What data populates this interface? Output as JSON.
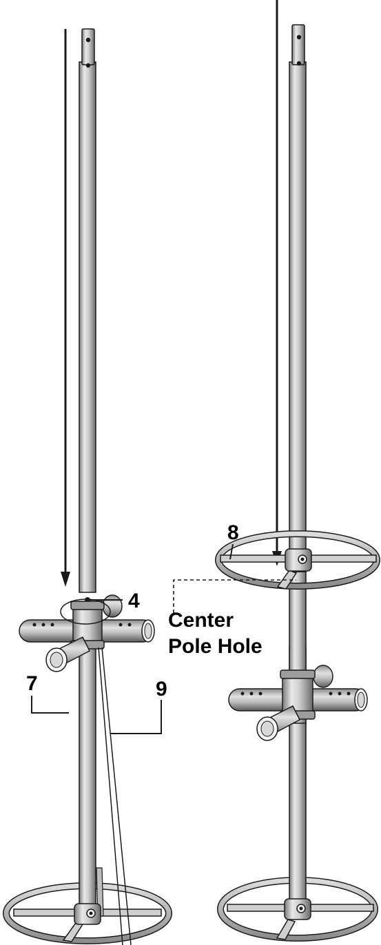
{
  "callouts": {
    "part_4": "4",
    "part_7": "7",
    "part_8": "8",
    "part_9": "9"
  },
  "labels": {
    "center_pole_hole_line1": "Center",
    "center_pole_hole_line2": "Pole Hole"
  },
  "colors": {
    "metal_light": "#e6e6e6",
    "metal_mid": "#bdbdbd",
    "metal_dark": "#6f6f6f",
    "outline": "#1a1a1a",
    "background": "#ffffff"
  }
}
